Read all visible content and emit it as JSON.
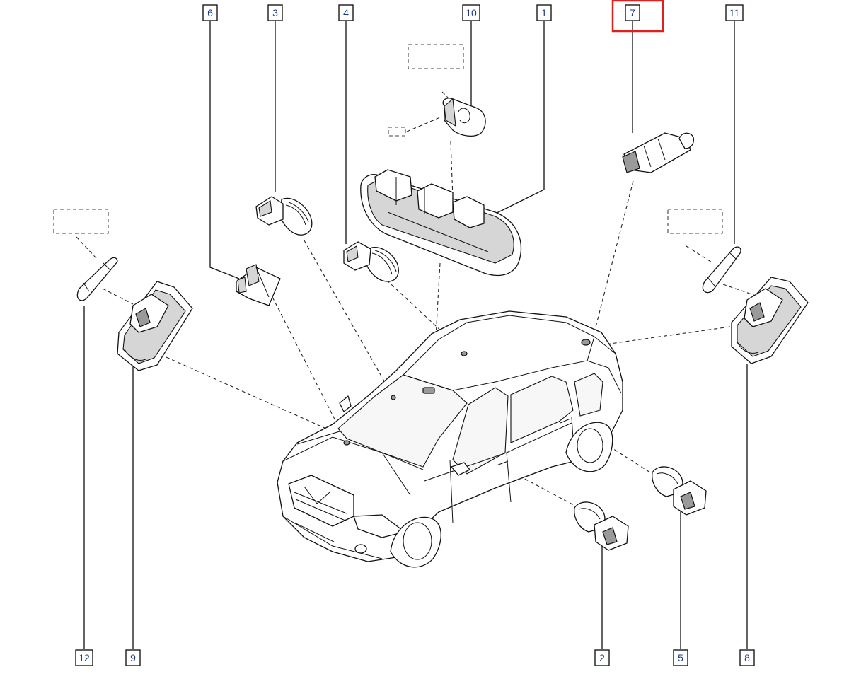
{
  "diagram": {
    "callouts": [
      {
        "id": "6",
        "label": "6",
        "highlighted": false
      },
      {
        "id": "3",
        "label": "3",
        "highlighted": false
      },
      {
        "id": "4",
        "label": "4",
        "highlighted": false
      },
      {
        "id": "10",
        "label": "10",
        "highlighted": false
      },
      {
        "id": "1",
        "label": "1",
        "highlighted": false
      },
      {
        "id": "7",
        "label": "7",
        "highlighted": true
      },
      {
        "id": "11",
        "label": "11",
        "highlighted": false
      },
      {
        "id": "12",
        "label": "12",
        "highlighted": false
      },
      {
        "id": "9",
        "label": "9",
        "highlighted": false
      },
      {
        "id": "2",
        "label": "2",
        "highlighted": false
      },
      {
        "id": "5",
        "label": "5",
        "highlighted": false
      },
      {
        "id": "8",
        "label": "8",
        "highlighted": false
      }
    ],
    "colors": {
      "highlight": "#e0201e",
      "label_text": "#1a3a8a",
      "line": "#111111"
    }
  }
}
